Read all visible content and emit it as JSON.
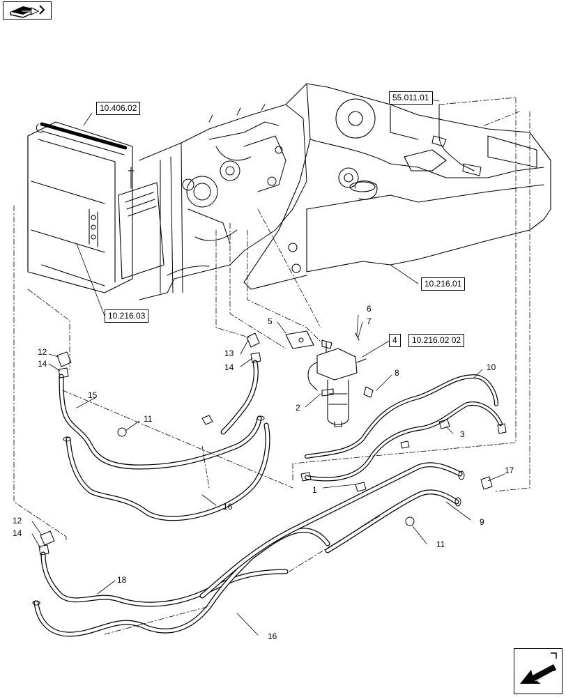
{
  "references": {
    "r_10_406_02": "10.406.02",
    "r_55_011_01": "55.011.01",
    "r_10_216_01": "10.216.01",
    "r_10_216_03": "10.216.03",
    "r_10_216_02_02": "10.216.02 02"
  },
  "callouts": {
    "c1": "1",
    "c2": "2",
    "c3": "3",
    "c4": "4",
    "c5": "5",
    "c6": "6",
    "c7": "7",
    "c8": "8",
    "c9": "9",
    "c10": "10",
    "c11a": "11",
    "c11b": "11",
    "c12a": "12",
    "c12b": "12",
    "c13": "13",
    "c14a": "14",
    "c14b": "14",
    "c14c": "14",
    "c15": "15",
    "c16a": "16",
    "c16b": "16",
    "c17": "17",
    "c18": "18"
  },
  "icons": {
    "top_left": "book-with-arrow-icon",
    "bottom_right": "navigate-arrow-icon"
  }
}
